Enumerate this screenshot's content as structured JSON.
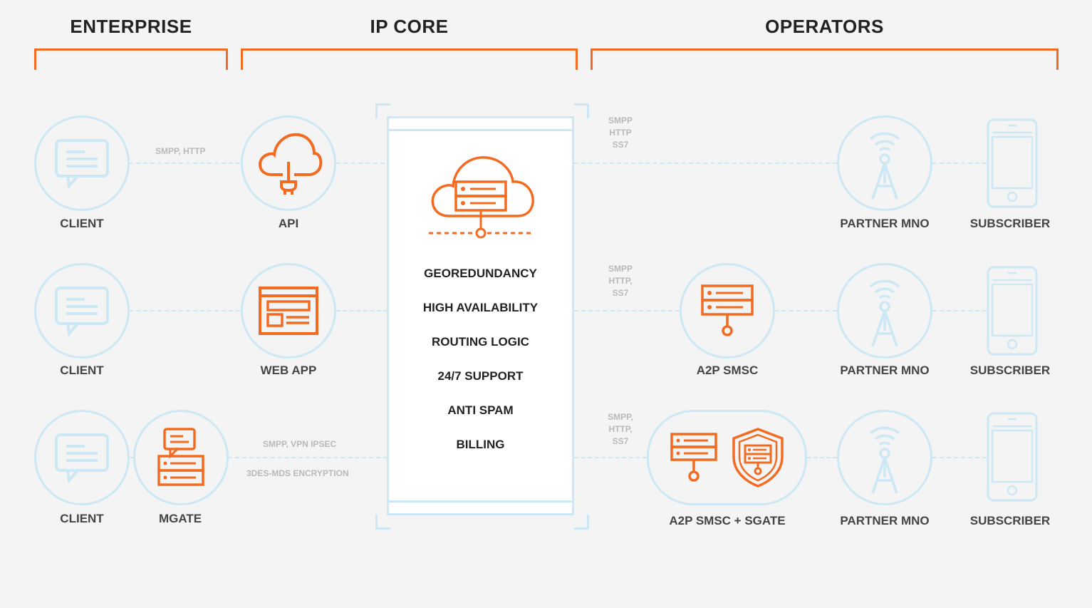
{
  "sections": {
    "enterprise": "ENTERPRISE",
    "ip_core": "IP CORE",
    "operators": "OPERATORS"
  },
  "enterprise": {
    "client_label": "CLIENT",
    "mgate_label": "MGATE"
  },
  "ipcore": {
    "api_label": "API",
    "webapp_label": "WEB APP",
    "features": [
      "GEOREDUNDANCY",
      "HIGH AVAILABILITY",
      "ROUTING LOGIC",
      "24/7 SUPPORT",
      "ANTI SPAM",
      "BILLING"
    ]
  },
  "operators": {
    "a2p_smsc_label": "A2P SMSC",
    "a2p_smsc_sgate_label": "A2P SMSC + SGATE",
    "partner_mno_label": "PARTNER MNO",
    "subscriber_label": "SUBSCRIBER"
  },
  "protocols": {
    "smpp_http": "SMPP, HTTP",
    "smpp_vpn": "SMPP, VPN IPSEC",
    "encryption": "3DES-MDS ENCRYPTION",
    "row1": [
      "SMPP",
      "HTTP",
      "SS7"
    ],
    "row2": [
      "SMPP",
      "HTTP,",
      "SS7"
    ],
    "row3": [
      "SMPP,",
      "HTTP,",
      "SS7"
    ]
  },
  "colors": {
    "accent": "#f26b21",
    "line": "#cce8f4",
    "text": "#222222",
    "muted": "#b9b9b9"
  }
}
